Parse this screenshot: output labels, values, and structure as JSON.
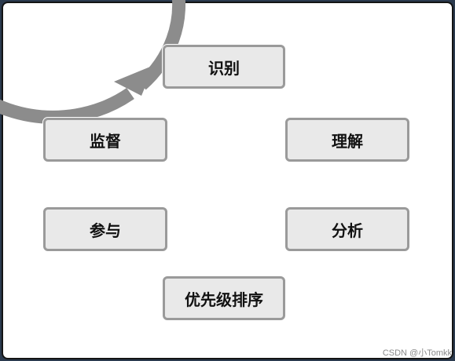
{
  "diagram": {
    "steps": [
      "识别",
      "理解",
      "分析",
      "优先级排序",
      "参与",
      "监督"
    ]
  },
  "watermark": "CSDN @小Tomkk",
  "colors": {
    "ring": "#8c8c8c",
    "box_fill": "#e9e9e9",
    "box_border": "#9a9a9a"
  }
}
